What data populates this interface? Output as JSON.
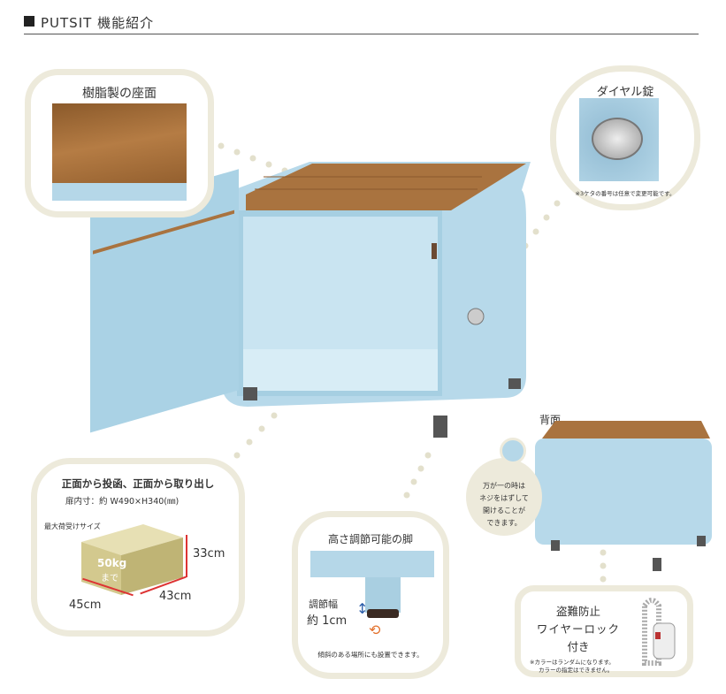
{
  "header": {
    "title": "PUTSIT 機能紹介"
  },
  "seat": {
    "title": "樹脂製の座面"
  },
  "dial": {
    "title": "ダイヤル錠",
    "note": "※3ケタの番号は任意で変更可能です。"
  },
  "front": {
    "title": "正面から投函、正面から取り出し",
    "inner": "扉内寸：約 W490×H340(㎜)",
    "max_label": "最大荷受けサイズ",
    "weight": "50kg",
    "weight_sub": "まで",
    "height": "33cm",
    "width": "45cm",
    "depth": "43cm"
  },
  "legs": {
    "title": "高さ調節可能の脚",
    "adj_label": "調節幅",
    "adj_value": "約 1cm",
    "note": "傾斜のある場所にも設置できます。"
  },
  "back": {
    "label": "背面",
    "note_lines": [
      "万が一の時は",
      "ネジをはずして",
      "開けることが",
      "できます。"
    ]
  },
  "wire": {
    "title_lines": [
      "盗難防止",
      "ワイヤーロック",
      "付き"
    ],
    "note_lines": [
      "※カラーはランダムになります。",
      "カラーの指定はできません。"
    ]
  },
  "colors": {
    "box": "#b5d7e8",
    "wood": "#a8723f",
    "bubble": "#edeadb"
  }
}
